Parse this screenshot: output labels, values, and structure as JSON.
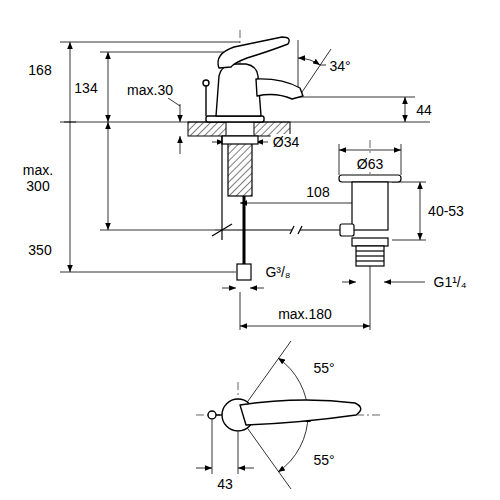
{
  "diagram": {
    "labels": [
      "168",
      "134",
      "max.30",
      "34°",
      "44",
      "Ø34",
      "Ø63",
      "max. 300",
      "108",
      "40-53",
      "350",
      "G³/₈",
      "G1¹/₄",
      "max.180",
      "55°",
      "55°",
      "43"
    ]
  }
}
